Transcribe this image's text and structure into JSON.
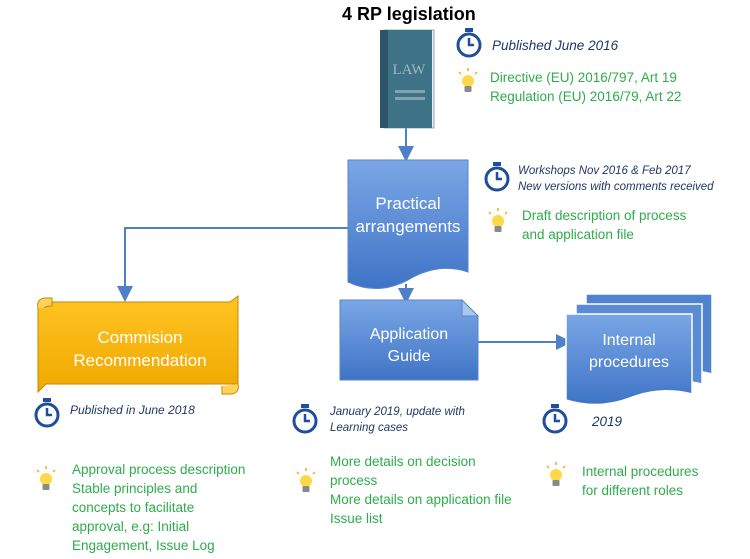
{
  "title": "4 RP legislation",
  "law": {
    "book_label": "LAW",
    "published": "Published June 2016",
    "notes": [
      "Directive (EU) 2016/797, Art 19",
      "Regulation (EU) 2016/79, Art 22"
    ]
  },
  "practical": {
    "label_lines": [
      "Practical",
      "arrangements"
    ],
    "time_lines": [
      "Workshops Nov 2016 & Feb 2017",
      "New versions with comments received"
    ],
    "notes": [
      "Draft description of process",
      "and application file"
    ]
  },
  "commission": {
    "label_lines": [
      "Commision",
      "Recommendation"
    ],
    "published": "Published in June 2018",
    "notes": [
      "Approval process description",
      "Stable principles and",
      "concepts to facilitate",
      "approval, e.g: Initial",
      "Engagement,  Issue Log"
    ]
  },
  "guide": {
    "label_lines": [
      "Application",
      "Guide"
    ],
    "time_lines": [
      "January 2019, update with",
      "Learning cases"
    ],
    "notes": [
      "More details on decision",
      "process",
      "More details on application file",
      "Issue list"
    ]
  },
  "internal": {
    "label_lines": [
      "Internal",
      "procedures"
    ],
    "year": "2019",
    "notes": [
      "Internal procedures",
      "for different roles"
    ]
  },
  "colors": {
    "box_blue": "#5b8fd8",
    "box_blue_dark": "#3a6fc0",
    "scroll_gold": "#f7b500",
    "connector": "#4f7fc6",
    "note_green": "#2eac4b",
    "time_text": "#1f3864",
    "book": "#3e7287"
  },
  "icons": {
    "time": "clock-icon",
    "note": "lightbulb-icon",
    "book": "law-book-icon"
  }
}
